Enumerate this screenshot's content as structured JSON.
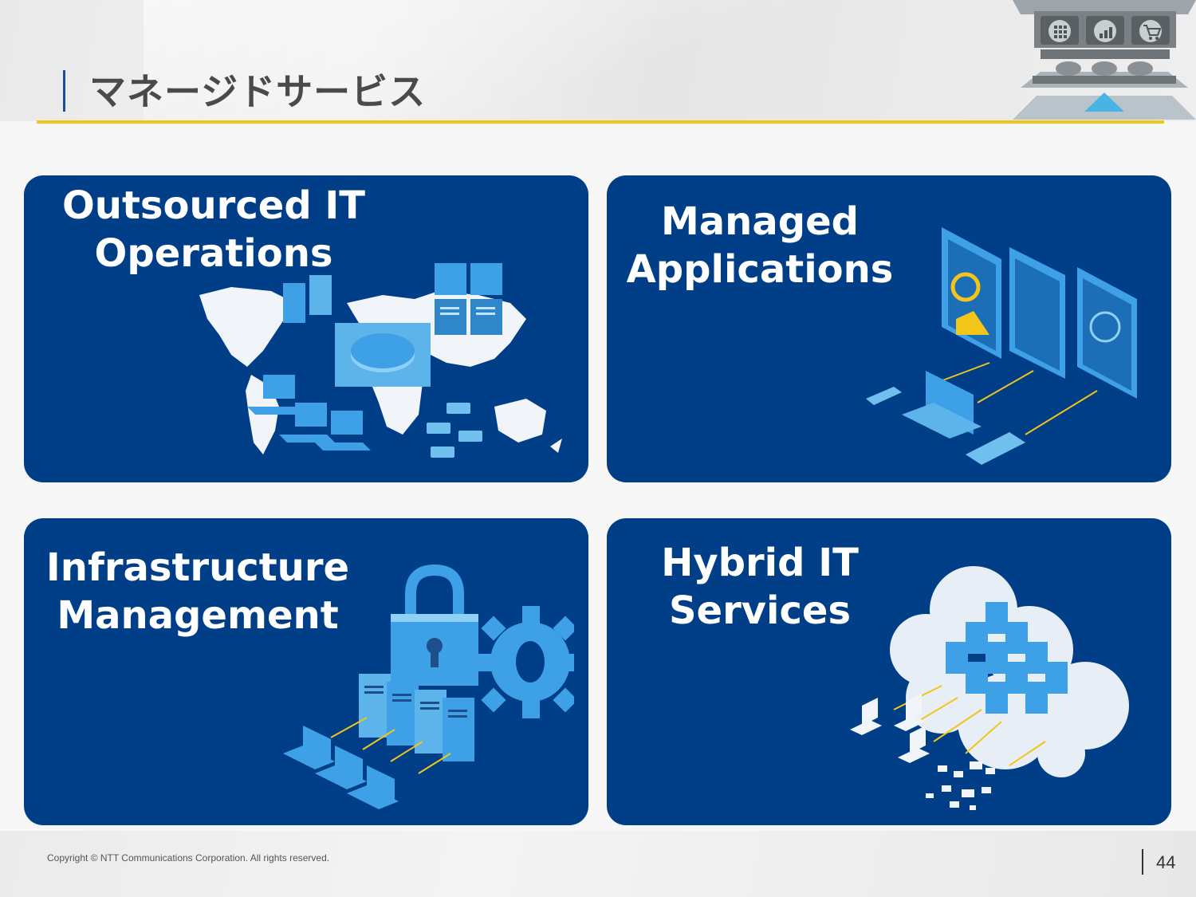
{
  "header": {
    "title": "マネージドサービス"
  },
  "cards": [
    {
      "title": "Outsourced IT\nOperations",
      "illustration": "world-map-network-icon"
    },
    {
      "title": "Managed\nApplications",
      "illustration": "dashboards-devices-icon"
    },
    {
      "title": "Infrastructure\nManagement",
      "illustration": "lock-gear-servers-icon"
    },
    {
      "title": "Hybrid IT\nServices",
      "illustration": "cloud-servers-icon"
    }
  ],
  "footer": {
    "copyright": "Copyright © NTT Communications Corporation. All rights reserved.",
    "page_number": "44"
  },
  "colors": {
    "card_background": "#003f87",
    "accent_yellow": "#f2c51a",
    "title_bar_blue": "#1d4fa0",
    "illustration_blue": "#3ea0e6"
  }
}
